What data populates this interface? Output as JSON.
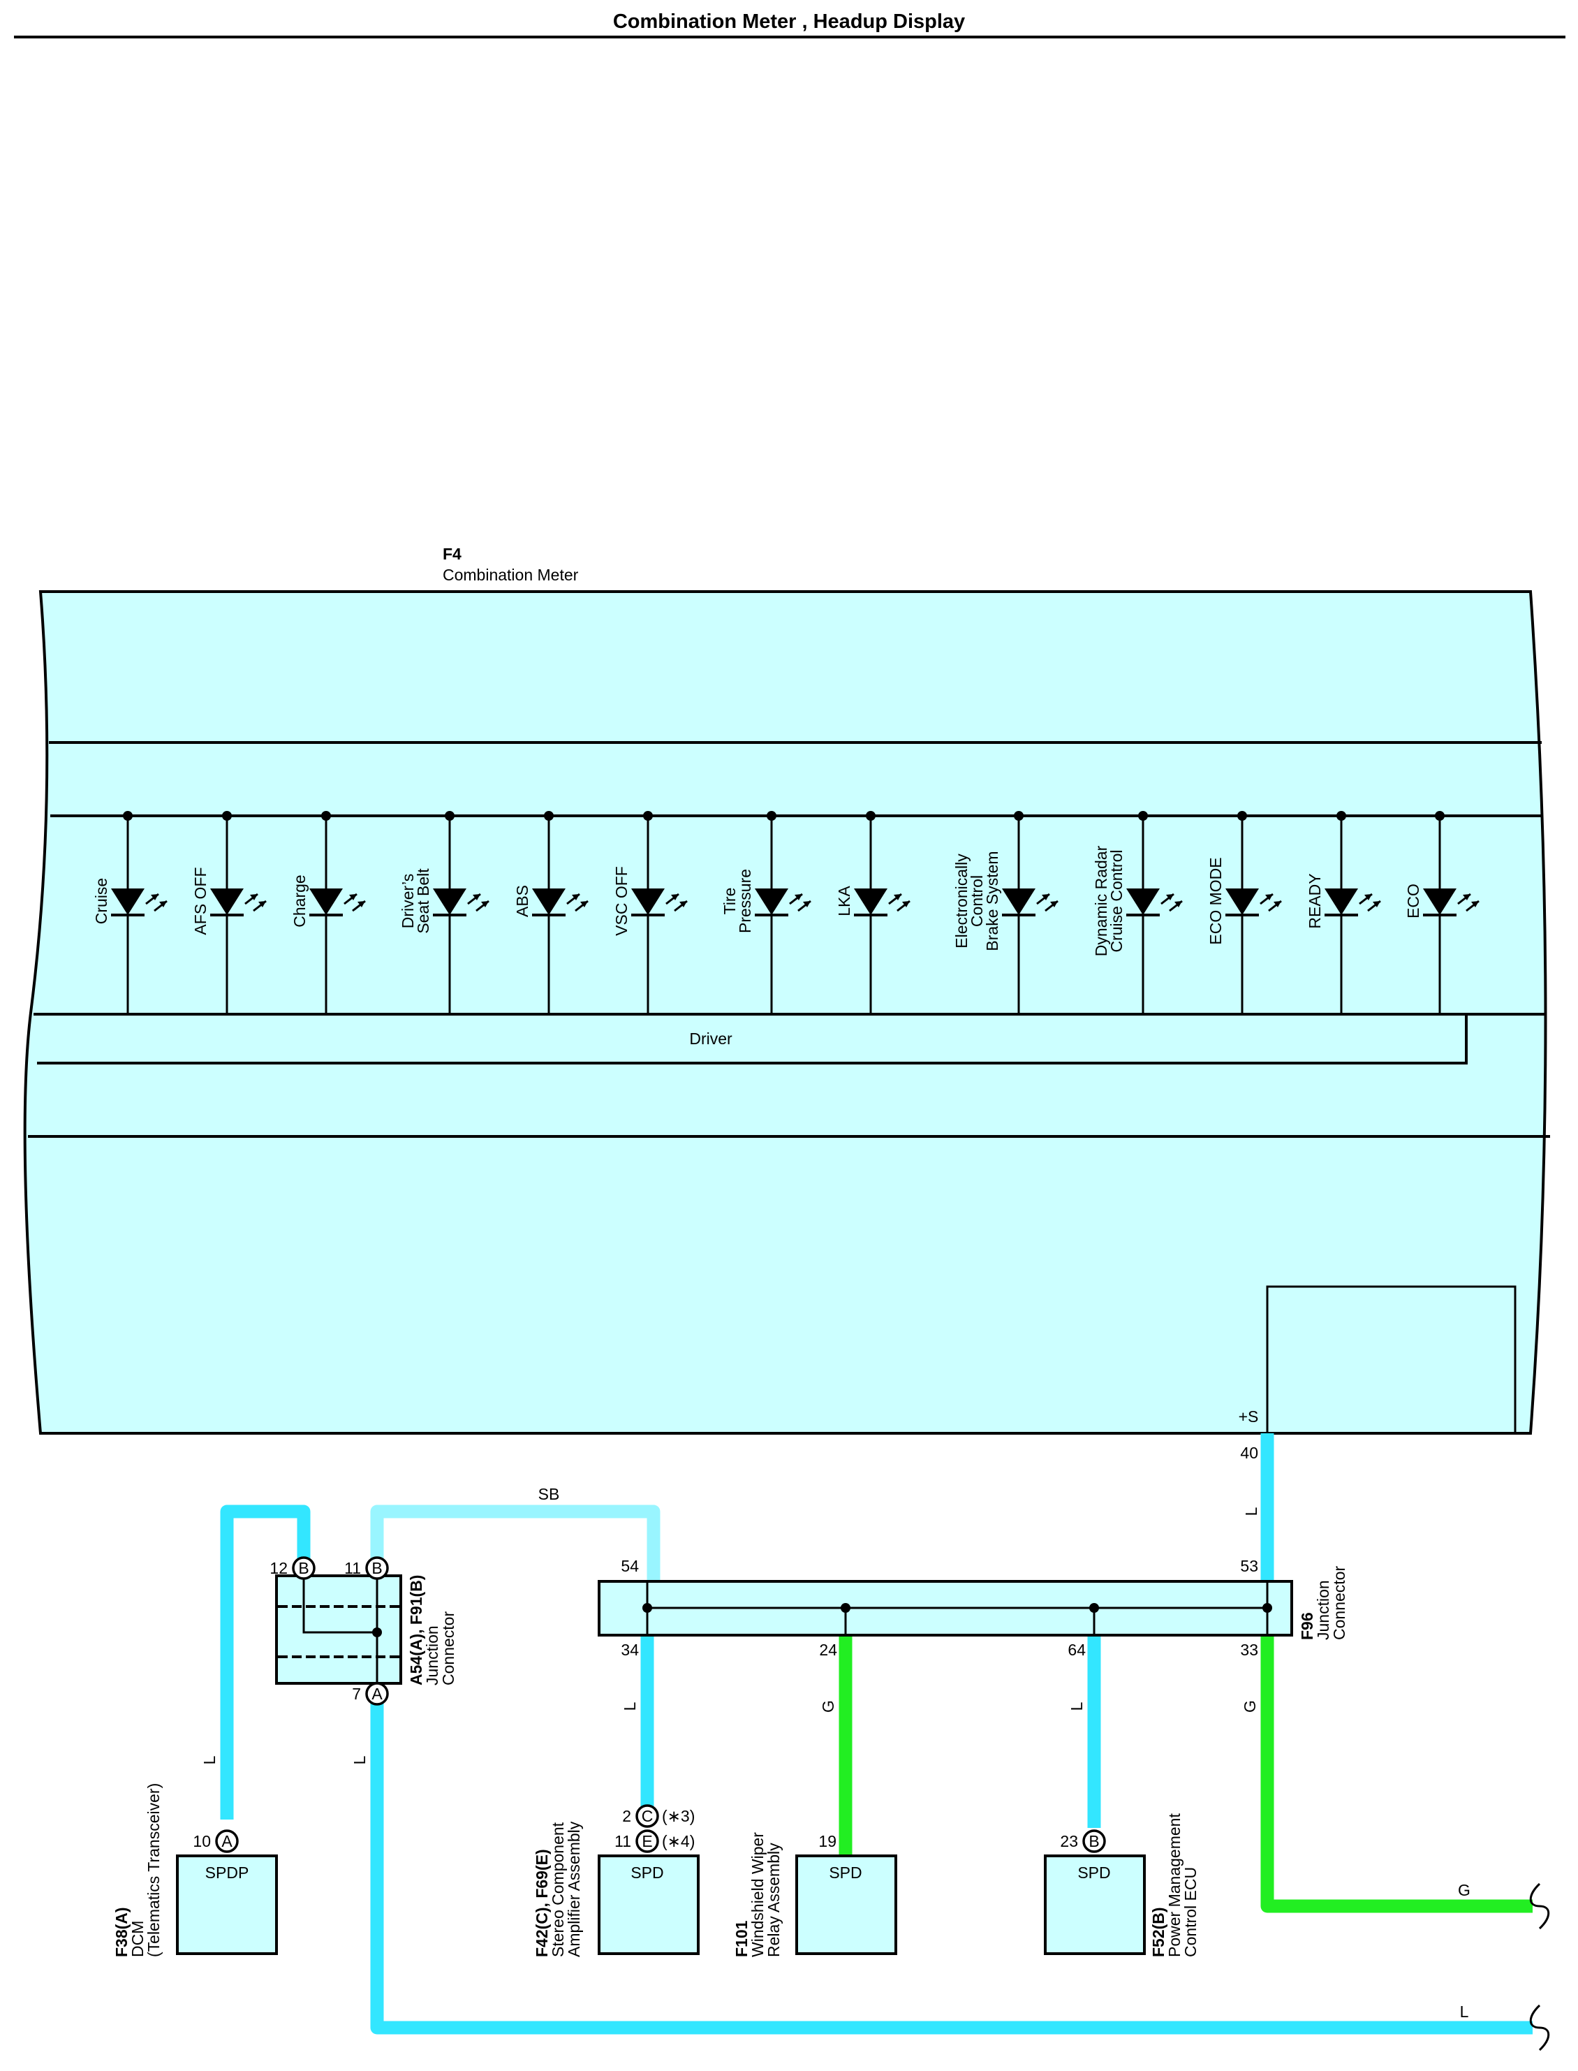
{
  "title": "Combination Meter , Headup Display",
  "colors": {
    "component_fill": "#ccffff",
    "wire_L": "#33e6ff",
    "wire_SB": "#99f5ff",
    "wire_G": "#22ee22",
    "outline": "#000000"
  },
  "meter": {
    "code": "F4",
    "name": "Combination Meter",
    "driver_label": "Driver",
    "terminal_name": "+S",
    "terminal_pin": "40",
    "indicators": [
      {
        "lines": [
          "Cruise"
        ]
      },
      {
        "lines": [
          "AFS OFF"
        ]
      },
      {
        "lines": [
          "Charge"
        ]
      },
      {
        "lines": [
          "Driver’s",
          "Seat Belt"
        ]
      },
      {
        "lines": [
          "ABS"
        ]
      },
      {
        "lines": [
          "VSC OFF"
        ]
      },
      {
        "lines": [
          "Tire",
          "Pressure"
        ]
      },
      {
        "lines": [
          "LKA"
        ]
      },
      {
        "lines": [
          "Electronically",
          "Control",
          "Brake System"
        ]
      },
      {
        "lines": [
          "Dynamic Radar",
          "Cruise Control"
        ]
      },
      {
        "lines": [
          "ECO MODE"
        ]
      },
      {
        "lines": [
          "READY"
        ]
      },
      {
        "lines": [
          "ECO"
        ]
      }
    ]
  },
  "junction_left": {
    "code": "A54(A), F91(B)",
    "name_lines": [
      "Junction",
      "Connector"
    ],
    "pin_12": "12",
    "pin_12_letter": "B",
    "pin_11": "11",
    "pin_11_letter": "B",
    "pin_7": "7",
    "pin_7_letter": "A"
  },
  "junction_right": {
    "code": "F96",
    "name_lines": [
      "Junction",
      "Connector"
    ],
    "pin_54": "54",
    "pin_53": "53",
    "pin_34": "34",
    "pin_24": "24",
    "pin_64": "64",
    "pin_33": "33"
  },
  "wires": {
    "sb": "SB",
    "l": "L",
    "g": "G"
  },
  "components": {
    "dcm": {
      "code": "F38(A)",
      "name_lines": [
        "DCM",
        "(Telematics Transceiver)"
      ],
      "pin": "10",
      "pin_letter": "A",
      "terminal": "SPDP"
    },
    "stereo": {
      "code": "F42(C), F69(E)",
      "name_lines": [
        "Stereo Component",
        "Amplifier Assembly"
      ],
      "pin_a": "2",
      "pin_a_letter": "C",
      "pin_a_note": "(∗3)",
      "pin_b": "11",
      "pin_b_letter": "E",
      "pin_b_note": "(∗4)",
      "terminal": "SPD"
    },
    "wiper": {
      "code": "F101",
      "name_lines": [
        "Windshield Wiper",
        "Relay Assembly"
      ],
      "pin": "19",
      "terminal": "SPD"
    },
    "pmecu": {
      "code": "F52(B)",
      "name_lines": [
        "Power Management",
        "Control ECU"
      ],
      "pin": "23",
      "pin_letter": "B",
      "terminal": "SPD"
    }
  }
}
